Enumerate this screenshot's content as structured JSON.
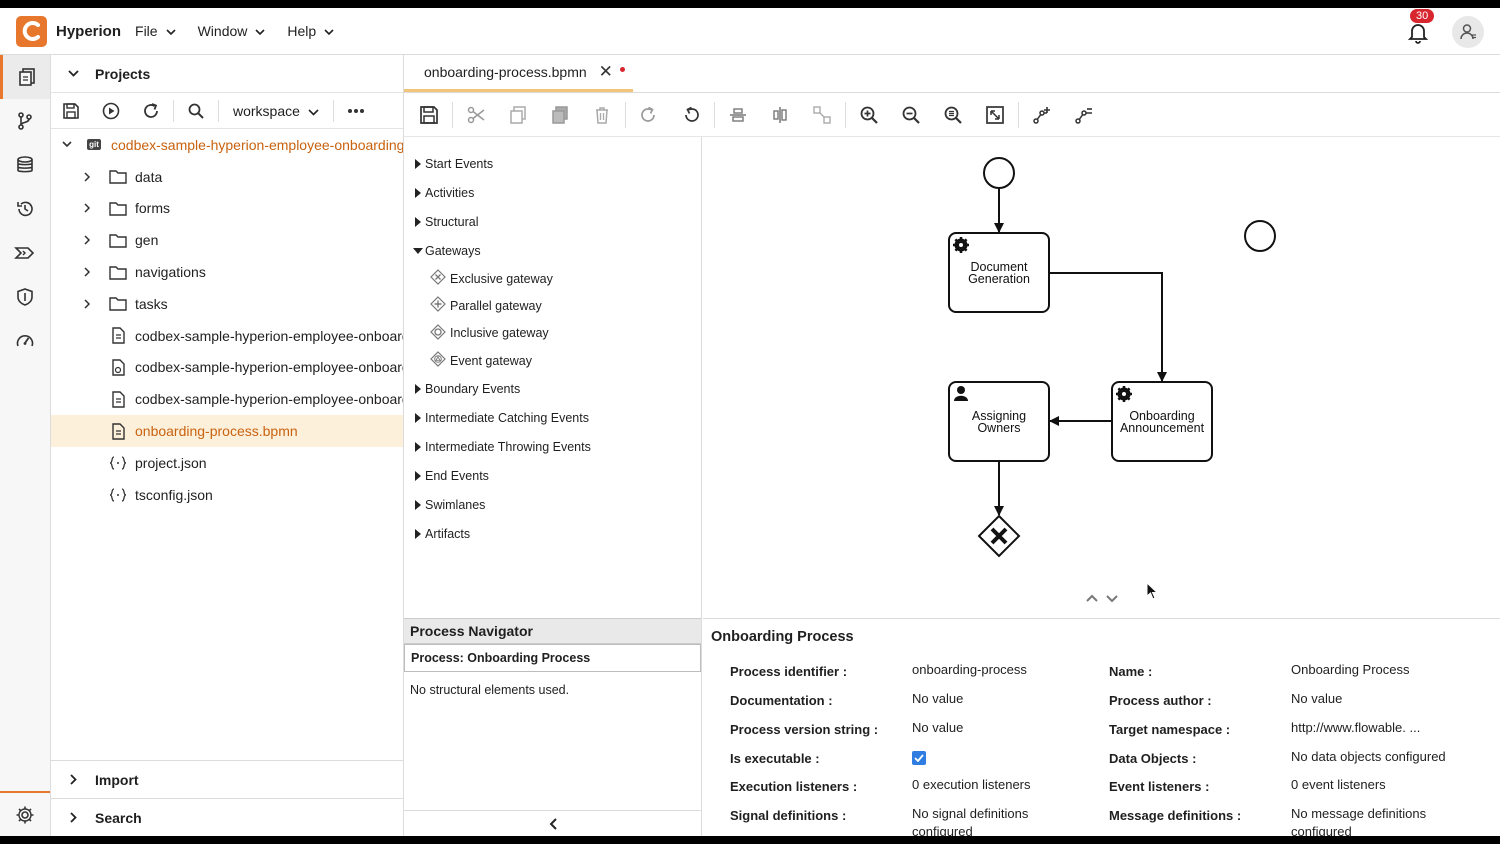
{
  "app": {
    "name": "Hyperion",
    "menus": [
      "File",
      "Window",
      "Help"
    ],
    "notifications_count": "30"
  },
  "colors": {
    "accent": "#e8772e",
    "selected_bg": "#fdf0db",
    "badge": "#d8262e",
    "checkbox": "#2f7de1"
  },
  "rail": {
    "icons": [
      "projects-icon",
      "git-branch-icon",
      "database-icon",
      "history-icon",
      "operations-icon",
      "security-shield-icon",
      "dashboard-gauge-icon"
    ],
    "bottom_icon": "settings-gear-icon"
  },
  "projects": {
    "title": "Projects",
    "workspace": "workspace",
    "root": "codbex-sample-hyperion-employee-onboarding",
    "folders": [
      "data",
      "forms",
      "gen",
      "navigations",
      "tasks"
    ],
    "files": [
      {
        "name": "codbex-sample-hyperion-employee-onboarding.edm",
        "icon": "file-icon"
      },
      {
        "name": "codbex-sample-hyperion-employee-onboarding.model",
        "icon": "file-model-icon"
      },
      {
        "name": "codbex-sample-hyperion-employee-onboarding.gen",
        "icon": "file-icon"
      },
      {
        "name": "onboarding-process.bpmn",
        "icon": "file-icon",
        "selected": true
      },
      {
        "name": "project.json",
        "icon": "json-icon"
      },
      {
        "name": "tsconfig.json",
        "icon": "json-icon"
      }
    ],
    "import_label": "Import",
    "search_label": "Search"
  },
  "editor": {
    "tab_title": "onboarding-process.bpmn",
    "palette": {
      "groups_before": [
        "Start Events",
        "Activities",
        "Structural"
      ],
      "expanded_group": "Gateways",
      "gateways": [
        "Exclusive gateway",
        "Parallel gateway",
        "Inclusive gateway",
        "Event gateway"
      ],
      "groups_after": [
        "Boundary Events",
        "Intermediate Catching Events",
        "Intermediate Throwing Events",
        "End Events",
        "Swimlanes",
        "Artifacts"
      ]
    },
    "diagram": {
      "tasks": [
        {
          "id": "doc-gen",
          "label_lines": [
            "Document",
            "Generation"
          ],
          "type": "service"
        },
        {
          "id": "assign",
          "label_lines": [
            "Assigning",
            "Owners"
          ],
          "type": "user"
        },
        {
          "id": "announce",
          "label_lines": [
            "Onboarding",
            "Announcement"
          ],
          "type": "service"
        }
      ]
    }
  },
  "navigator": {
    "title": "Process Navigator",
    "process_label": "Process: Onboarding Process",
    "empty_text": "No structural elements used."
  },
  "properties": {
    "title": "Onboarding Process",
    "left": [
      {
        "label": "Process identifier :",
        "value": "onboarding-process"
      },
      {
        "label": "Documentation :",
        "value": "No value"
      },
      {
        "label": "Process version string :",
        "value": "No value"
      },
      {
        "label": "Is executable :",
        "value": ""
      },
      {
        "label": "Execution listeners :",
        "value": "0 execution listeners"
      },
      {
        "label": "Signal definitions :",
        "value": "No signal definitions",
        "value2": "configured"
      }
    ],
    "right": [
      {
        "label": "Name :",
        "value": "Onboarding Process"
      },
      {
        "label": "Process author :",
        "value": "No value"
      },
      {
        "label": "Target namespace :",
        "value": "http://www.flowable. ..."
      },
      {
        "label": "Data Objects :",
        "value": "No data objects configured"
      },
      {
        "label": "Event listeners :",
        "value": "0 event listeners"
      },
      {
        "label": "Message definitions :",
        "value": "No message definitions",
        "value2": "configured"
      }
    ],
    "is_executable": true
  }
}
